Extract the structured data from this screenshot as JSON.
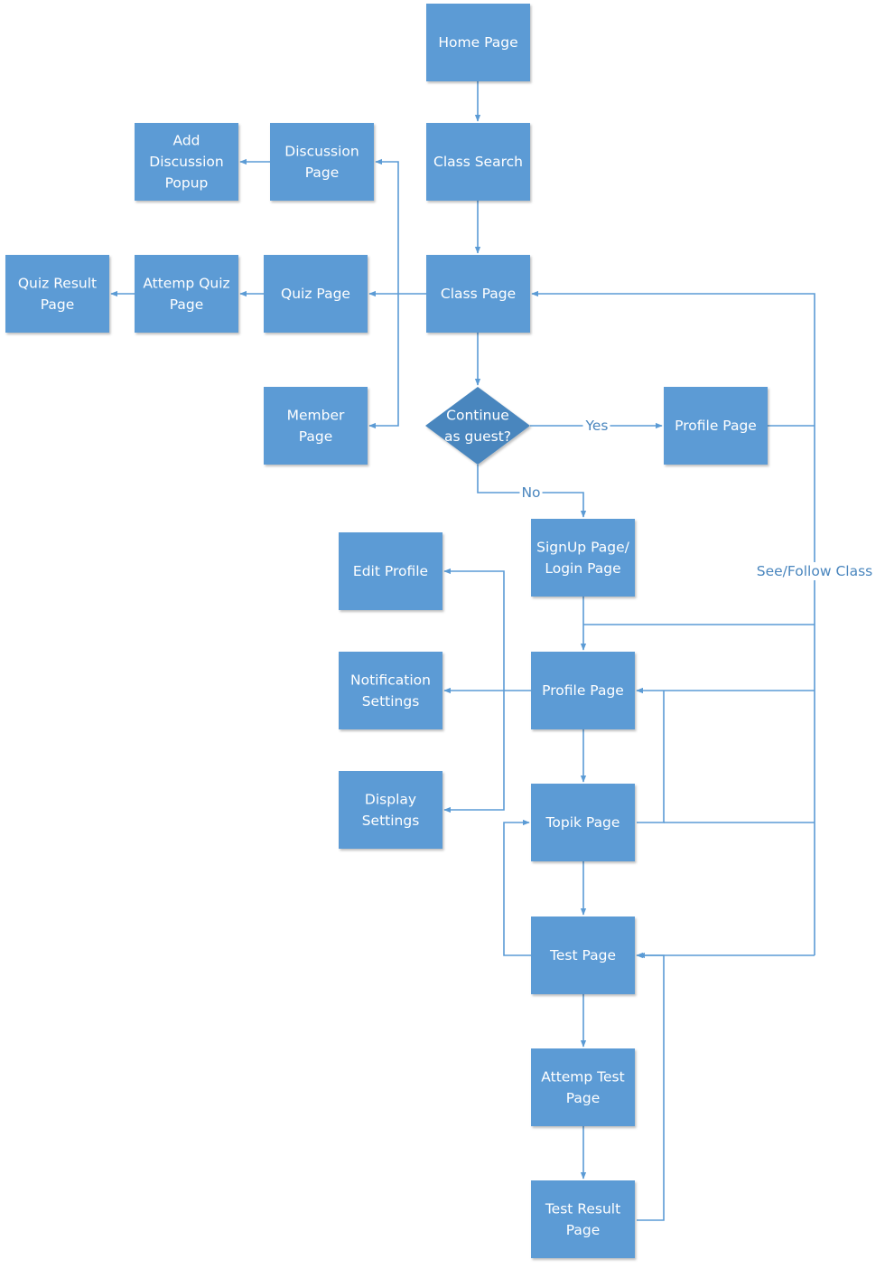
{
  "diagram": {
    "nodes": {
      "home": [
        "Home Page"
      ],
      "class_search": [
        "Class Search"
      ],
      "class_page": [
        "Class Page"
      ],
      "discussion": [
        "Discussion",
        "Page"
      ],
      "add_discussion": [
        "Add",
        "Discussion",
        "Popup"
      ],
      "quiz": [
        "Quiz Page"
      ],
      "attempt_quiz": [
        "Attemp Quiz",
        "Page"
      ],
      "quiz_result": [
        "Quiz Result",
        "Page"
      ],
      "member": [
        "Member",
        "Page"
      ],
      "guest": [
        "Continue",
        "as guest?"
      ],
      "profile_guest": [
        "Profile Page"
      ],
      "signup": [
        "SignUp Page/",
        "Login Page"
      ],
      "edit_profile": [
        "Edit Profile"
      ],
      "notification": [
        "Notification",
        "Settings"
      ],
      "display": [
        "Display",
        "Settings"
      ],
      "profile": [
        "Profile Page"
      ],
      "topik": [
        "Topik Page"
      ],
      "test": [
        "Test Page"
      ],
      "attempt_test": [
        "Attemp Test",
        "Page"
      ],
      "test_result": [
        "Test Result",
        "Page"
      ]
    },
    "edge_labels": {
      "yes": "Yes",
      "no": "No",
      "see_follow": "See/Follow Class"
    },
    "edges": [
      {
        "from": "home",
        "to": "class_search"
      },
      {
        "from": "class_search",
        "to": "class_page"
      },
      {
        "from": "class_page",
        "to": "quiz"
      },
      {
        "from": "class_page",
        "to": "discussion"
      },
      {
        "from": "class_page",
        "to": "member"
      },
      {
        "from": "discussion",
        "to": "add_discussion"
      },
      {
        "from": "quiz",
        "to": "attempt_quiz"
      },
      {
        "from": "attempt_quiz",
        "to": "quiz_result"
      },
      {
        "from": "class_page",
        "to": "guest"
      },
      {
        "from": "guest",
        "to": "profile_guest",
        "label": "yes"
      },
      {
        "from": "guest",
        "to": "signup",
        "label": "no"
      },
      {
        "from": "profile_guest",
        "to": "class_page",
        "label": "see_follow"
      },
      {
        "from": "signup",
        "to": "profile"
      },
      {
        "from": "signup",
        "to": "class_page"
      },
      {
        "from": "profile",
        "to": "edit_profile"
      },
      {
        "from": "profile",
        "to": "notification"
      },
      {
        "from": "profile",
        "to": "display"
      },
      {
        "from": "profile",
        "to": "topik"
      },
      {
        "from": "topik",
        "to": "profile"
      },
      {
        "from": "topik",
        "to": "class_page"
      },
      {
        "from": "topik",
        "to": "test"
      },
      {
        "from": "test",
        "to": "topik"
      },
      {
        "from": "test",
        "to": "class_page"
      },
      {
        "from": "test",
        "to": "attempt_test"
      },
      {
        "from": "attempt_test",
        "to": "test_result"
      },
      {
        "from": "test_result",
        "to": "test"
      }
    ]
  }
}
